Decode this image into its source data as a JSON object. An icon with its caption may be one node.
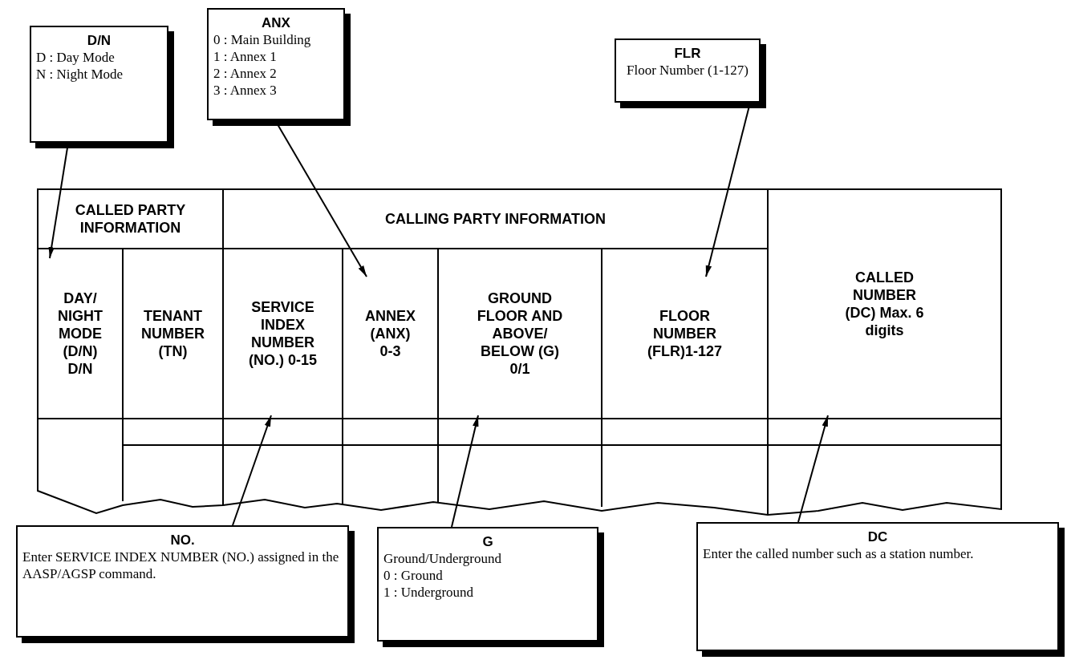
{
  "diagram": {
    "nodes": [
      {
        "text": [
          "D/N",
          "D : Day Mode",
          "N : Night Mode"
        ]
      },
      {
        "text": [
          "ANX",
          "0 : Main Building",
          "1 : Annex 1",
          "2 : Annex 2",
          "3 : Annex 3"
        ]
      },
      {
        "text": [
          "FLR",
          "Floor Number (1-127)"
        ]
      },
      {
        "text": [
          "CALLED PARTY INFORMATION"
        ]
      },
      {
        "text": [
          "CALLING PARTY INFORMATION"
        ]
      },
      {
        "text": [
          "DAY/ NIGHT MODE (D/N) D/N"
        ]
      },
      {
        "text": [
          "TENANT NUMBER (TN)"
        ]
      },
      {
        "text": [
          "SERVICE INDEX NUMBER (NO.) 0-15"
        ]
      },
      {
        "text": [
          "ANNEX (ANX) 0-3"
        ]
      },
      {
        "text": [
          "GROUND FLOOR AND ABOVE/ BELOW (G) 0/1"
        ]
      },
      {
        "text": [
          "FLOOR NUMBER (FLR)1-127"
        ]
      },
      {
        "text": [
          "CALLED NUMBER (DC) Max. 6 digits"
        ]
      },
      {
        "text": [
          "NO.",
          "Enter SERVICE INDEX NUMBER (NO.) assigned in the AASP/AGSP command."
        ]
      },
      {
        "text": [
          "G",
          "Ground/Underground",
          "0 : Ground",
          "1 : Underground"
        ]
      },
      {
        "text": [
          "DC",
          "Enter the called number such as a station number."
        ]
      }
    ],
    "edges": [
      {
        "from": 0,
        "to": 5,
        "arrow": "to"
      },
      {
        "from": 1,
        "to": 8,
        "arrow": "to"
      },
      {
        "from": 2,
        "to": 10,
        "arrow": "to"
      },
      {
        "from": 12,
        "to": 7,
        "arrow": "to"
      },
      {
        "from": 13,
        "to": 9,
        "arrow": "to"
      },
      {
        "from": 14,
        "to": 11,
        "arrow": "to"
      }
    ]
  }
}
